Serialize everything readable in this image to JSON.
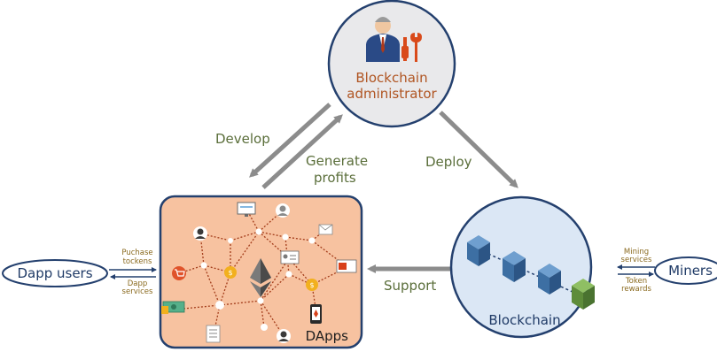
{
  "nodes": {
    "admin": {
      "line1": "Blockchain",
      "line2": "administrator"
    },
    "blockchain": "Blockchain",
    "dapps": "DApps",
    "dapp_users": "Dapp users",
    "miners": "Miners"
  },
  "arrows": {
    "develop": "Develop",
    "generate1": "Generate",
    "generate2": "profits",
    "deploy": "Deploy",
    "support": "Support"
  },
  "side_labels": {
    "purchase1": "Puchase",
    "purchase2": "tockens",
    "dapp1": "Dapp",
    "dapp2": "services",
    "mining1": "Mining",
    "mining2": "services",
    "token1": "Token",
    "token2": "rewards"
  },
  "colors": {
    "admin_circle": "#e9e9eb",
    "blockchain_circle": "#dbe7f5",
    "dapps_panel": "#f7c2a0",
    "node_border": "#24406e",
    "arrow_gray": "#8c8c8c",
    "cube_blue": "#3d6fa3",
    "cube_green": "#5e8c3a",
    "network_link": "#a33c1a"
  }
}
